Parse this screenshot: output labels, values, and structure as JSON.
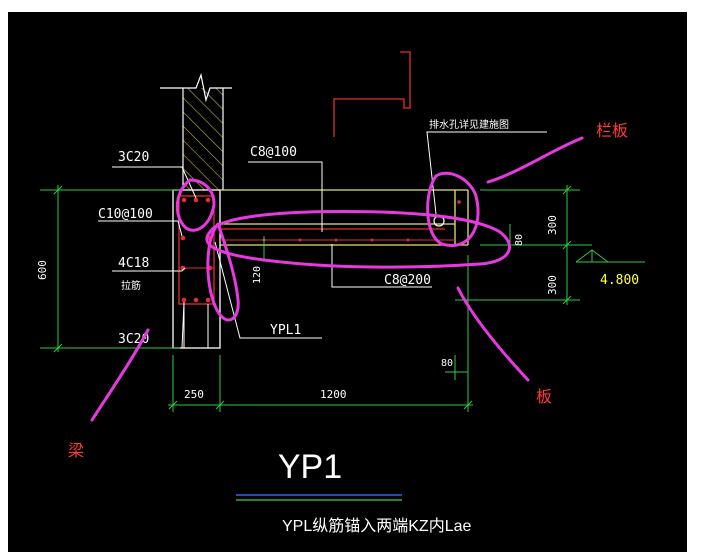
{
  "colors": {
    "background": "#000000",
    "frame": "#ffffff",
    "concrete": "#ffffff",
    "hatch": "#c8b04a",
    "slab_outline": "#e8e07a",
    "rebar": "#e03030",
    "dimension": "#2ecc40",
    "leader": "#ffffff",
    "markup": "#e838e0",
    "markup_text": "#ff3b3b",
    "elevation": "#ffff44",
    "title_underline_blue": "#3060ff",
    "title_underline_green": "#40d040"
  },
  "labels": {
    "top_bars": "3C20",
    "stirrup": "C10@100",
    "side_bars": "4C18",
    "tie": "拉筋",
    "bottom_bars": "3C20",
    "slab_top_bars": "C8@100",
    "slab_bottom_bars": "C8@200",
    "slab_name": "YPL1",
    "drain_note": "排水孔详见建施图",
    "dim_80": "80",
    "dim_120": "120"
  },
  "dimensions": {
    "beam_height": "600",
    "upper_height": "300",
    "lower_height": "300",
    "parapet_thk": "80",
    "beam_width": "250",
    "cantilever": "1200",
    "elevation": "4.800"
  },
  "markup": {
    "parapet": "栏板",
    "slab": "板",
    "beam": "梁"
  },
  "title": {
    "main": "YP1",
    "note": "YPL纵筋锚入两端KZ内Lae"
  }
}
